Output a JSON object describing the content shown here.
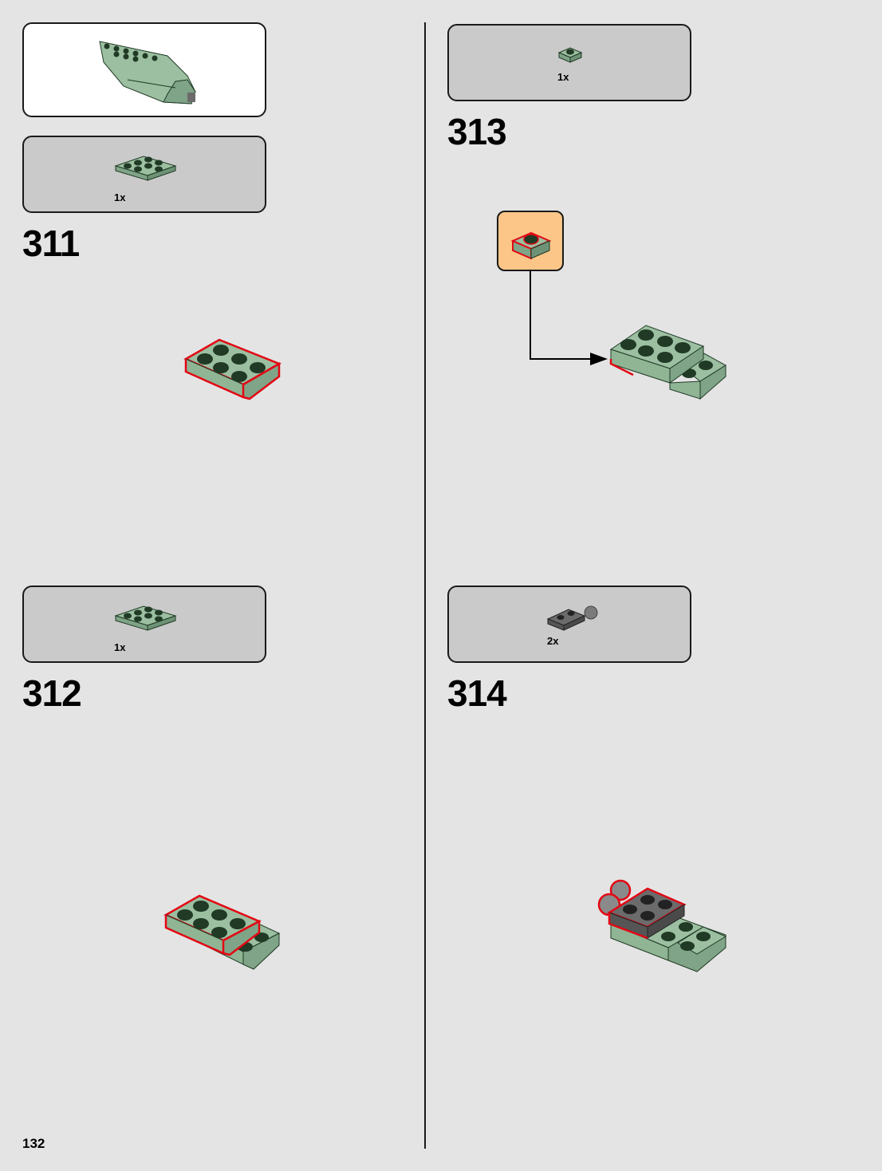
{
  "page": {
    "number": "132"
  },
  "colors": {
    "background": "#e4e4e4",
    "parts_box": "#cacaca",
    "sand_green": "#9bbfa0",
    "stud_dark": "#203a25",
    "dark_gray": "#6b6b6b",
    "highlight_red": "#e30613",
    "callout_orange": "#fcc689"
  },
  "preview": {
    "icon": "ship-assembly-preview"
  },
  "steps": [
    {
      "number": "311",
      "part_qty": "1x",
      "part": "sand-green-plate-2x3"
    },
    {
      "number": "312",
      "part_qty": "1x",
      "part": "sand-green-plate-2x3"
    },
    {
      "number": "313",
      "part_qty": "1x",
      "part": "sand-green-plate-1x1"
    },
    {
      "number": "314",
      "part_qty": "2x",
      "part": "dark-gray-plate-with-ball"
    }
  ],
  "callout": {
    "icon": "plate-1x1-callout",
    "arrow": "arrow-right-icon"
  }
}
